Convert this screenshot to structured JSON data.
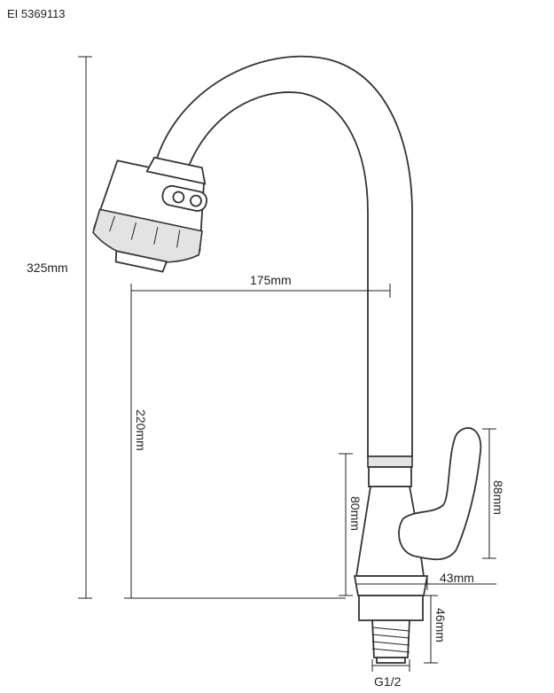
{
  "product_code": "EI 5369113",
  "dimensions": {
    "total_height": "325mm",
    "reach": "175mm",
    "spout_height": "220mm",
    "body_height": "80mm",
    "handle_height": "88mm",
    "base_width": "43mm",
    "thread_length": "46mm",
    "thread_size": "G1/2"
  }
}
